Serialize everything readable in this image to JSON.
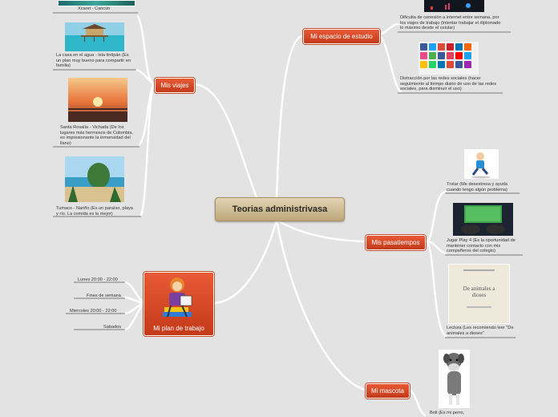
{
  "central": {
    "title": "Teorias administrivasa"
  },
  "branches": {
    "viajes": {
      "label": "Mis viajes",
      "items": [
        "Xcaret - Cancún",
        "La casa en el agua - Isla tintipán (Es un plan muy bueno para compartir en familia)",
        "Santa Rosalía - Vichada (De los lugares más hermosos de Colombia, es impresionante la inmensidad del llano)",
        "Tumaco - Nariño (Es un paraíso, playa y río. La comida es la mejor)"
      ]
    },
    "estudio": {
      "label": "Mi espacio de estudio",
      "items": [
        "Dificulta de conexión a internet entre semana, por los viajes de trabajo (intentar trabajar el diplomado lo máximo desde el celular)",
        "Distracción por las redes sociales (hacer seguimiento al tiempo diario de uso de las redes sociales, para disminuir el uso)"
      ]
    },
    "pasatiempos": {
      "label": "Mis pasatiempos",
      "items": [
        "Trotar (Me desestresa y ayuda cuando tengo algún problema)",
        "Jugar Play 4 (Es la oportunidad de mantener contacto con mis compañeros del colegio)",
        "Lectura (Les recomiendo leer \"De animales a dioses\""
      ]
    },
    "plan": {
      "label": "Mi plan de trabajo",
      "items": [
        "Lunes 20:00 - 22:00",
        "Fines de semana",
        "Miercoles 20:00 - 22:00",
        "Sabados"
      ]
    },
    "mascota": {
      "label": "Mi mascota",
      "items": [
        "Bolt (Es mi perro,"
      ]
    }
  },
  "book": {
    "title": "De animales a dioses"
  }
}
